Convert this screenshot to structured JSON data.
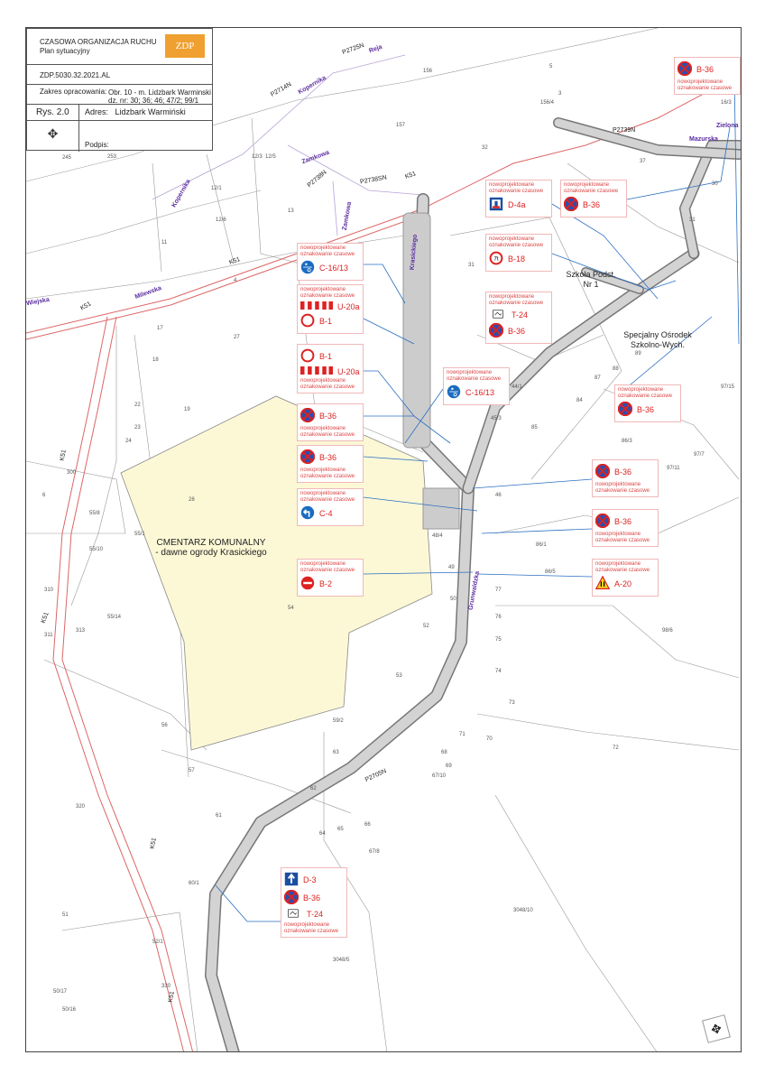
{
  "title_block": {
    "title": "CZASOWA ORGANIZACJA RUCHU",
    "subtitle": "Plan sytuacyjny",
    "logo": "ZDP",
    "ref": "ZDP.5030.32.2021.AL",
    "scope_label": "Zakres opracowania:",
    "scope_line1": "Obr. 10 - m. Lidzbark Warminski",
    "scope_line2": "dz. nr: 30; 36; 46; 47/2; 99/1",
    "fig": "Rys. 2.0",
    "address_label": "Adres:",
    "address": "Lidzbark Warmiński",
    "signature_label": "Podpis:"
  },
  "callouts": [
    {
      "note": "nowoprojektowane oznakowanie czasowe",
      "signs": [
        {
          "code": "D-4a",
          "type": "d4a"
        }
      ]
    },
    {
      "note": "nowoprojektowane oznakowanie czasowe",
      "signs": [
        {
          "code": "B-36",
          "type": "b36"
        }
      ]
    },
    {
      "note": "nowoprojektowane oznakowanie czasowe",
      "signs": [
        {
          "code": "B-18",
          "type": "b18"
        }
      ]
    },
    {
      "note": "nowoprojektowane oznakowanie czasowe",
      "signs": [
        {
          "code": "T-24",
          "type": "t24"
        },
        {
          "code": "B-36",
          "type": "b36"
        }
      ]
    },
    {
      "note": "nowoprojektowane oznakowanie czasowe",
      "signs": [
        {
          "code": "C-16/13",
          "type": "c16"
        }
      ]
    },
    {
      "note": "nowoprojektowane oznakowanie czasowe",
      "signs": [
        {
          "code": "U-20a",
          "type": "u20a"
        },
        {
          "code": "B-1",
          "type": "b1"
        }
      ]
    },
    {
      "note": "nowoprojektowane oznakowanie czasowe",
      "signs": [
        {
          "code": "B-1",
          "type": "b1"
        },
        {
          "code": "U-20a",
          "type": "u20a"
        }
      ]
    },
    {
      "note": "nowoprojektowane oznakowanie czasowe",
      "signs": [
        {
          "code": "B-36",
          "type": "b36"
        }
      ]
    },
    {
      "note": "nowoprojektowane oznakowanie czasowe",
      "signs": [
        {
          "code": "C-16/13",
          "type": "c16"
        }
      ]
    },
    {
      "note": "nowoprojektowane oznakowanie czasowe",
      "signs": [
        {
          "code": "B-36",
          "type": "b36"
        }
      ]
    },
    {
      "note": "nowoprojektowane oznakowanie czasowe",
      "signs": [
        {
          "code": "C-4",
          "type": "c4"
        }
      ]
    },
    {
      "note": "nowoprojektowane oznakowanie czasowe",
      "signs": [
        {
          "code": "B-2",
          "type": "b2"
        }
      ]
    },
    {
      "note": "nowoprojektowane oznakowanie czasowe",
      "signs": [
        {
          "code": "B-36",
          "type": "b36"
        }
      ]
    },
    {
      "note": "nowoprojektowane oznakowanie czasowe",
      "signs": [
        {
          "code": "B-36",
          "type": "b36"
        }
      ]
    },
    {
      "note": "nowoprojektowane oznakowanie czasowe",
      "signs": [
        {
          "code": "A-20",
          "type": "a20"
        }
      ]
    },
    {
      "note": "nowoprojektowane oznakowanie czasowe",
      "signs": [
        {
          "code": "B-36",
          "type": "b36"
        }
      ]
    },
    {
      "note": "nowoprojektowane oznakowanie czasowe",
      "signs": [
        {
          "code": "B-36",
          "type": "b36"
        }
      ]
    },
    {
      "note": "nowoprojektowane oznakowanie czasowe",
      "signs": [
        {
          "code": "D-3",
          "type": "d3"
        },
        {
          "code": "B-36",
          "type": "b36"
        },
        {
          "code": "T-24",
          "type": "t24"
        }
      ]
    }
  ],
  "labels": {
    "cemetery_1": "CMENTARZ KOMUNALNY",
    "cemetery_2": "- dawne ogrody Krasickiego",
    "school_1": "Szkoła Podst.",
    "school_2": "Nr 1",
    "centre_1": "Specjalny Ośrodek",
    "centre_2": "Szkolno-Wych."
  },
  "streets": [
    "Kopernika",
    "Zamkowa",
    "Zamkowa",
    "Milewska",
    "Wiejska",
    "Grunwaldzka",
    "Mazurska",
    "Zielona",
    "Krasickiego",
    "Reja",
    "Kopernika"
  ],
  "roads": [
    "K51",
    "K51",
    "K51",
    "K51",
    "K51",
    "P2714N",
    "P2738N",
    "P2738SN",
    "P2739N",
    "P2705N",
    "P2725N",
    "K51",
    "K51"
  ],
  "parcels": [
    "156",
    "157",
    "245",
    "253",
    "12/3",
    "12/5",
    "12/1",
    "12/6",
    "13",
    "11",
    "27",
    "17",
    "28",
    "31",
    "32",
    "18",
    "19",
    "22",
    "23",
    "24",
    "6",
    "55/8",
    "55/10",
    "55/1",
    "55/14",
    "54",
    "56",
    "57",
    "53",
    "52",
    "50",
    "49",
    "48/4",
    "46",
    "45/3",
    "44/1",
    "85",
    "84",
    "87",
    "88",
    "89",
    "86/3",
    "86/1",
    "86/5",
    "77",
    "76",
    "75",
    "74",
    "73",
    "72",
    "70",
    "71",
    "63",
    "62",
    "61",
    "64",
    "65",
    "66",
    "67/8",
    "69",
    "68",
    "67/10",
    "59/2",
    "60/1",
    "51",
    "50/17",
    "50/16",
    "52/1",
    "3048/5",
    "3048/10",
    "97/15",
    "97/11",
    "97/7",
    "98/6",
    "30",
    "31",
    "16/3",
    "37",
    "5",
    "3",
    "156/4",
    "4",
    "300",
    "310",
    "313",
    "311",
    "320",
    "330"
  ]
}
